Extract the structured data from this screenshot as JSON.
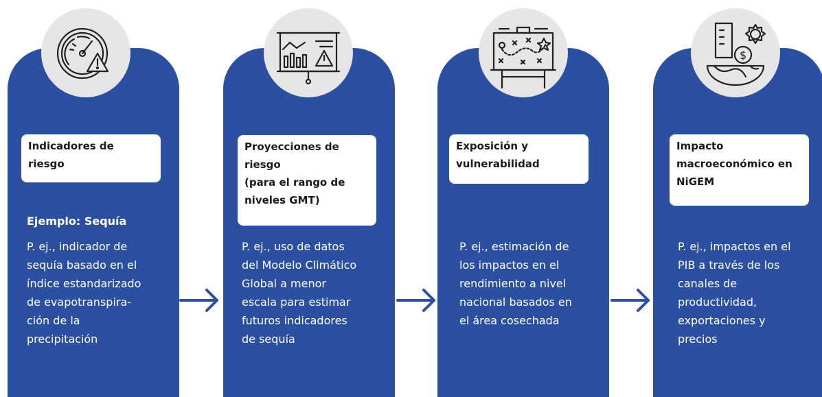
{
  "colors": {
    "card": "#2b4fa1",
    "icon_bg": "#e6e6e6",
    "arrow": "#2b4fa1"
  },
  "steps": [
    {
      "icon": "gauge-warning-icon",
      "title_lines": [
        "Indicadores de",
        "riesgo"
      ],
      "example": "Ejemplo: Sequía",
      "desc_lines": [
        "P. ej., indicador de",
        "sequía basado en el",
        "índice estandarizado",
        "de evapotranspira-",
        "ción de la",
        "precipitación"
      ]
    },
    {
      "icon": "chart-presentation-warning-icon",
      "title_lines": [
        "Proyecciones de",
        "riesgo",
        "(para el rango de",
        "niveles GMT)"
      ],
      "desc_lines": [
        "P. ej., uso de datos",
        "del Modelo Climático",
        "Global a menor",
        "escala para estimar",
        "futuros indicadores",
        "de sequía"
      ]
    },
    {
      "icon": "strategy-board-icon",
      "title_lines": [
        "Exposición y",
        "vulnerabilidad"
      ],
      "desc_lines": [
        "P. ej., estimación de",
        "los impactos en el",
        "rendimiento a nivel",
        "nacional basados en",
        "el área cosechada"
      ]
    },
    {
      "icon": "economy-globe-icon",
      "title_lines": [
        "Impacto",
        "macroeconómico en",
        "NiGEM"
      ],
      "desc_lines": [
        "P. ej., impactos en el",
        "PIB a través de los",
        "canales de",
        "productividad,",
        "exportaciones y",
        "precios"
      ]
    }
  ]
}
